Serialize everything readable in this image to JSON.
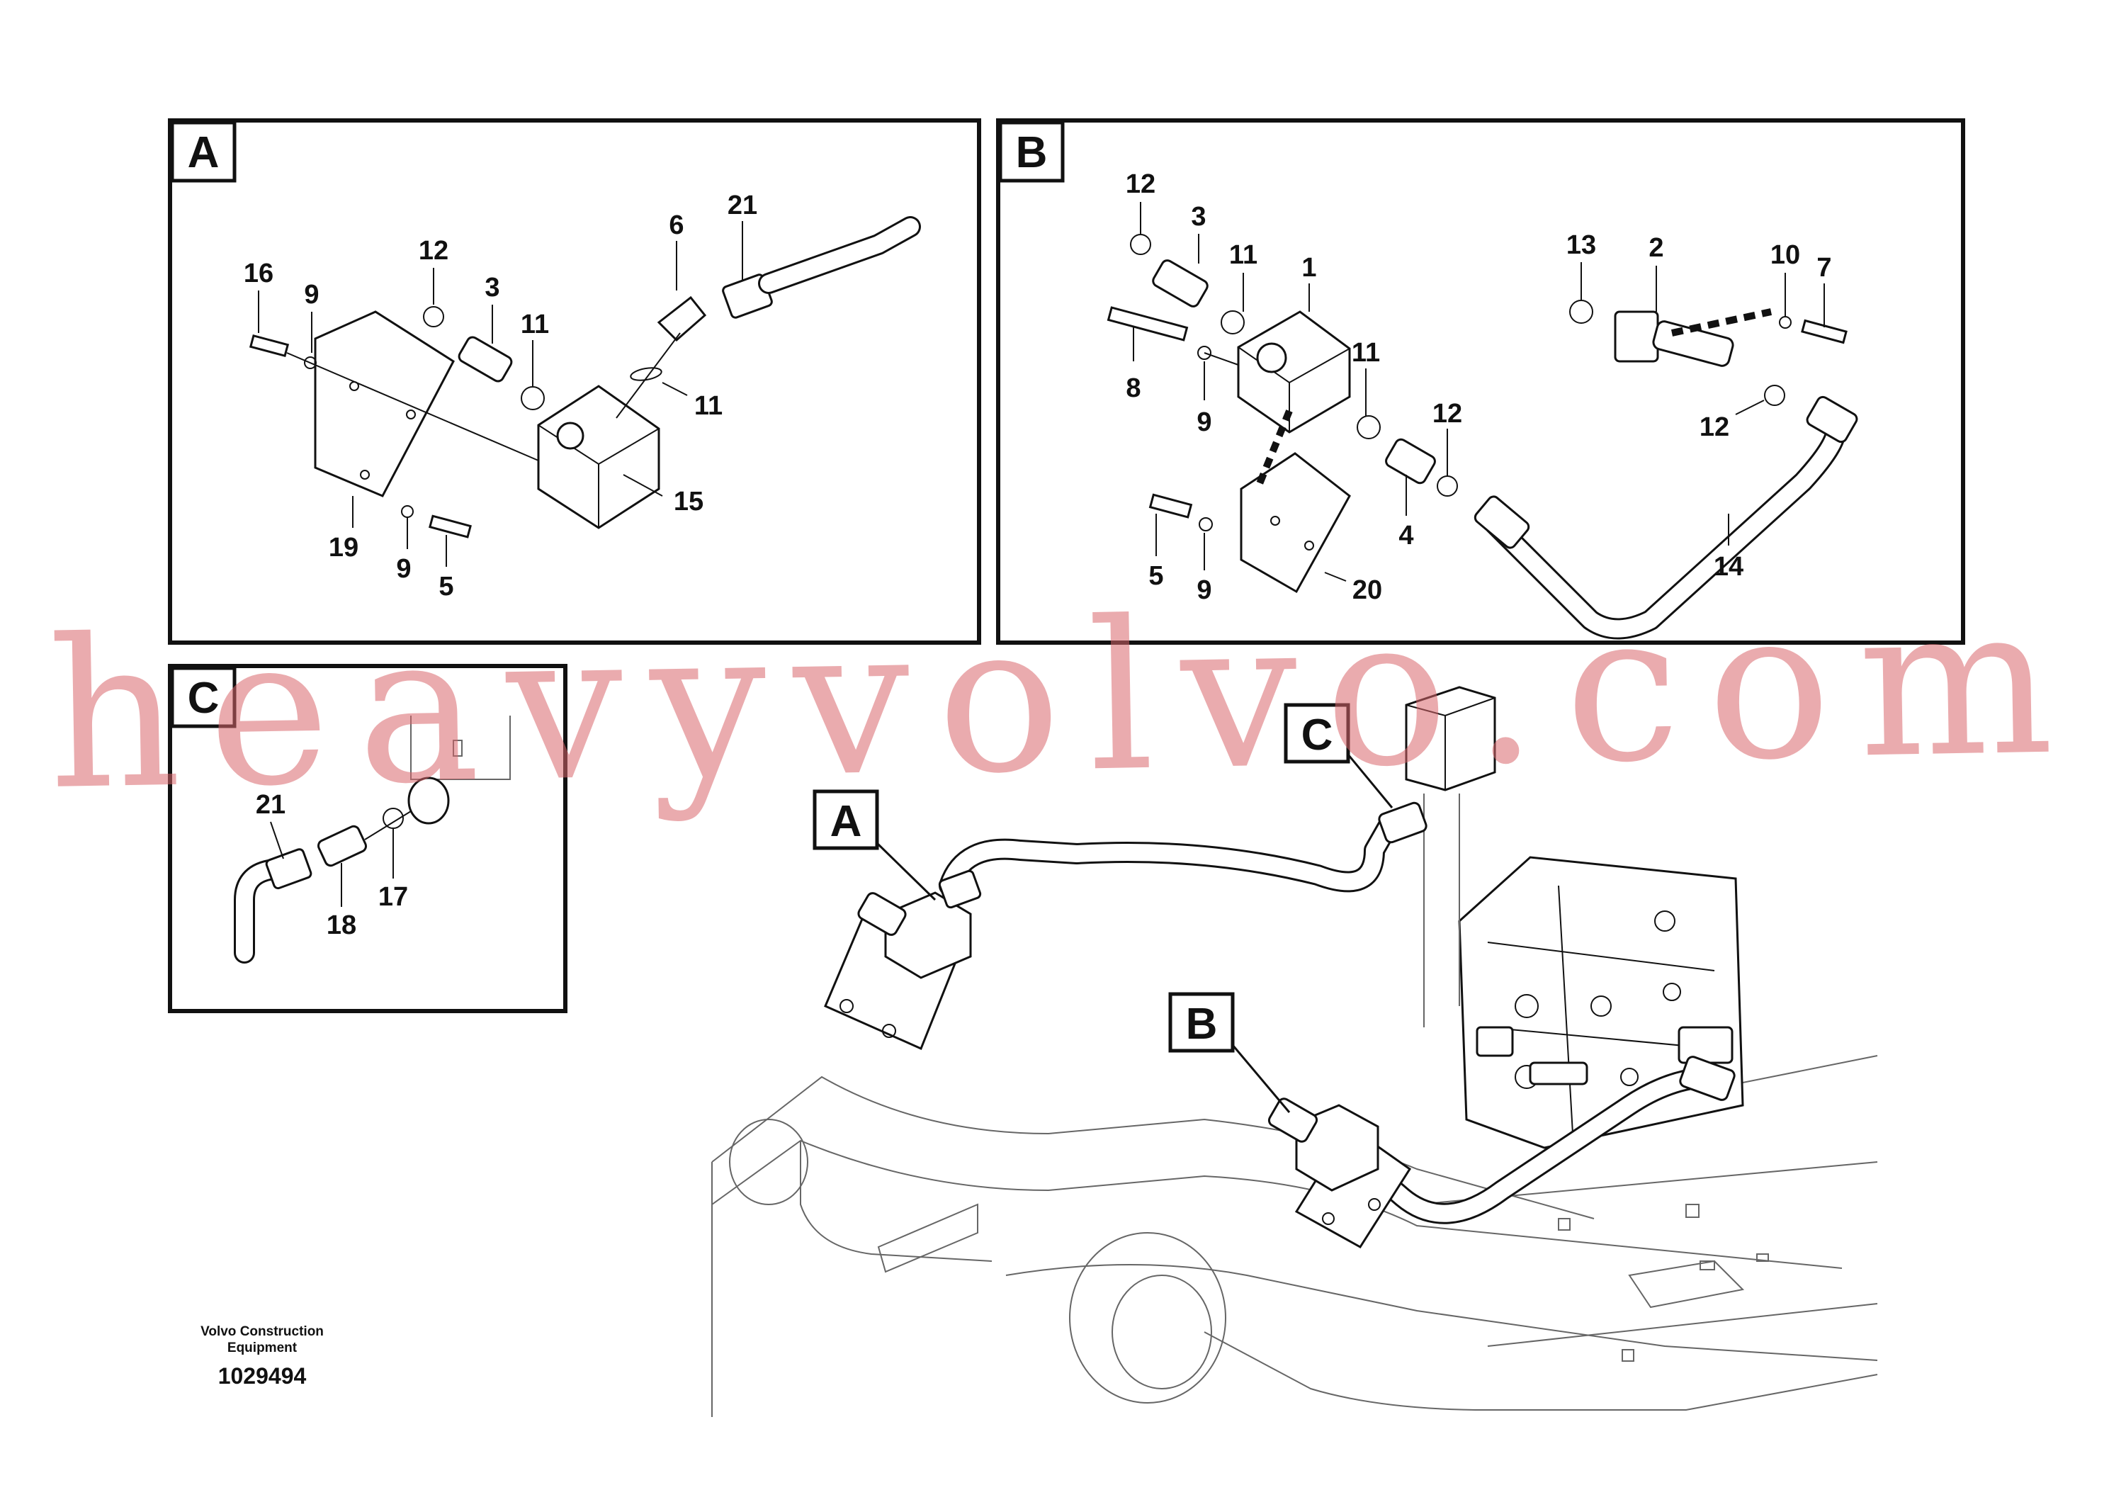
{
  "panels": {
    "A": {
      "letter": "A",
      "labels": [
        "16",
        "9",
        "12",
        "3",
        "11",
        "6",
        "21",
        "11",
        "15",
        "19",
        "9",
        "5"
      ]
    },
    "B": {
      "letter": "B",
      "labels": [
        "12",
        "3",
        "11",
        "1",
        "8",
        "9",
        "11",
        "12",
        "4",
        "5",
        "9",
        "20",
        "13",
        "2",
        "10",
        "7",
        "12",
        "14"
      ]
    },
    "C": {
      "letter": "C",
      "labels": [
        "21",
        "17",
        "18"
      ]
    }
  },
  "callouts": {
    "A": "A",
    "B": "B",
    "C": "C"
  },
  "footer": {
    "company_line1": "Volvo Construction",
    "company_line2": "Equipment",
    "drawing_number": "1029494"
  },
  "watermark": "heavyvolvo.com",
  "colors": {
    "watermark": "#d9666b",
    "lines": "#111111"
  }
}
